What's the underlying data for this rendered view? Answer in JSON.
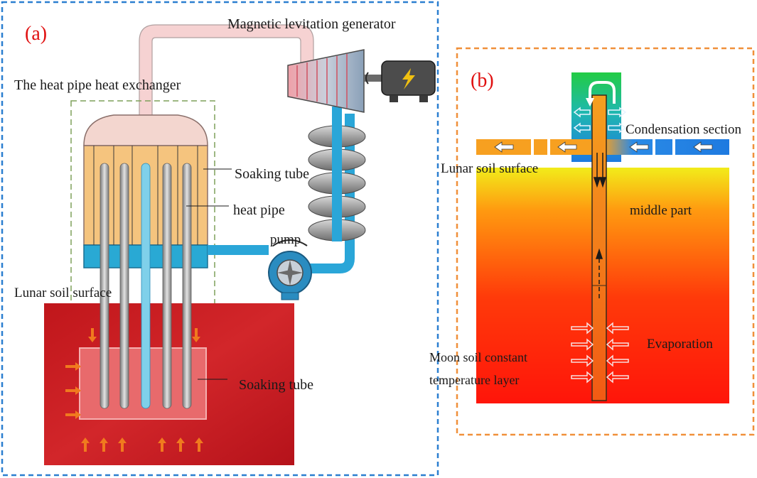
{
  "panel_a": {
    "letter": "(a)",
    "labels": {
      "generator": "Magnetic levitation generator",
      "exchanger": "The heat pipe heat exchanger",
      "soaking_tube_top": "Soaking tube",
      "heat_pipe": "heat pipe",
      "pump": "pump",
      "lunar_surface": "Lunar soil surface",
      "soaking_tube_bottom": "Soaking tube"
    }
  },
  "panel_b": {
    "letter": "(b)",
    "labels": {
      "condensation": "Condensation section",
      "lunar_surface": "Lunar soil surface",
      "middle": "middle part",
      "evaporation": "Evaporation",
      "constant_layer_1": "Moon soil constant",
      "constant_layer_2": "temperature layer"
    }
  },
  "colors": {
    "panel_a_border": "#2b7fd0",
    "panel_b_border": "#f0903a",
    "panel_letter": "#e01010",
    "soil_red": "#c81a1a",
    "coolant_blue": "#2aa6d8",
    "fin_gray": "#8a8a8a",
    "gradient_top": "#f2e81a",
    "gradient_bottom": "#ff1a0a",
    "condenser_blue": "#1e7ae0",
    "condenser_green": "#22cc44"
  }
}
